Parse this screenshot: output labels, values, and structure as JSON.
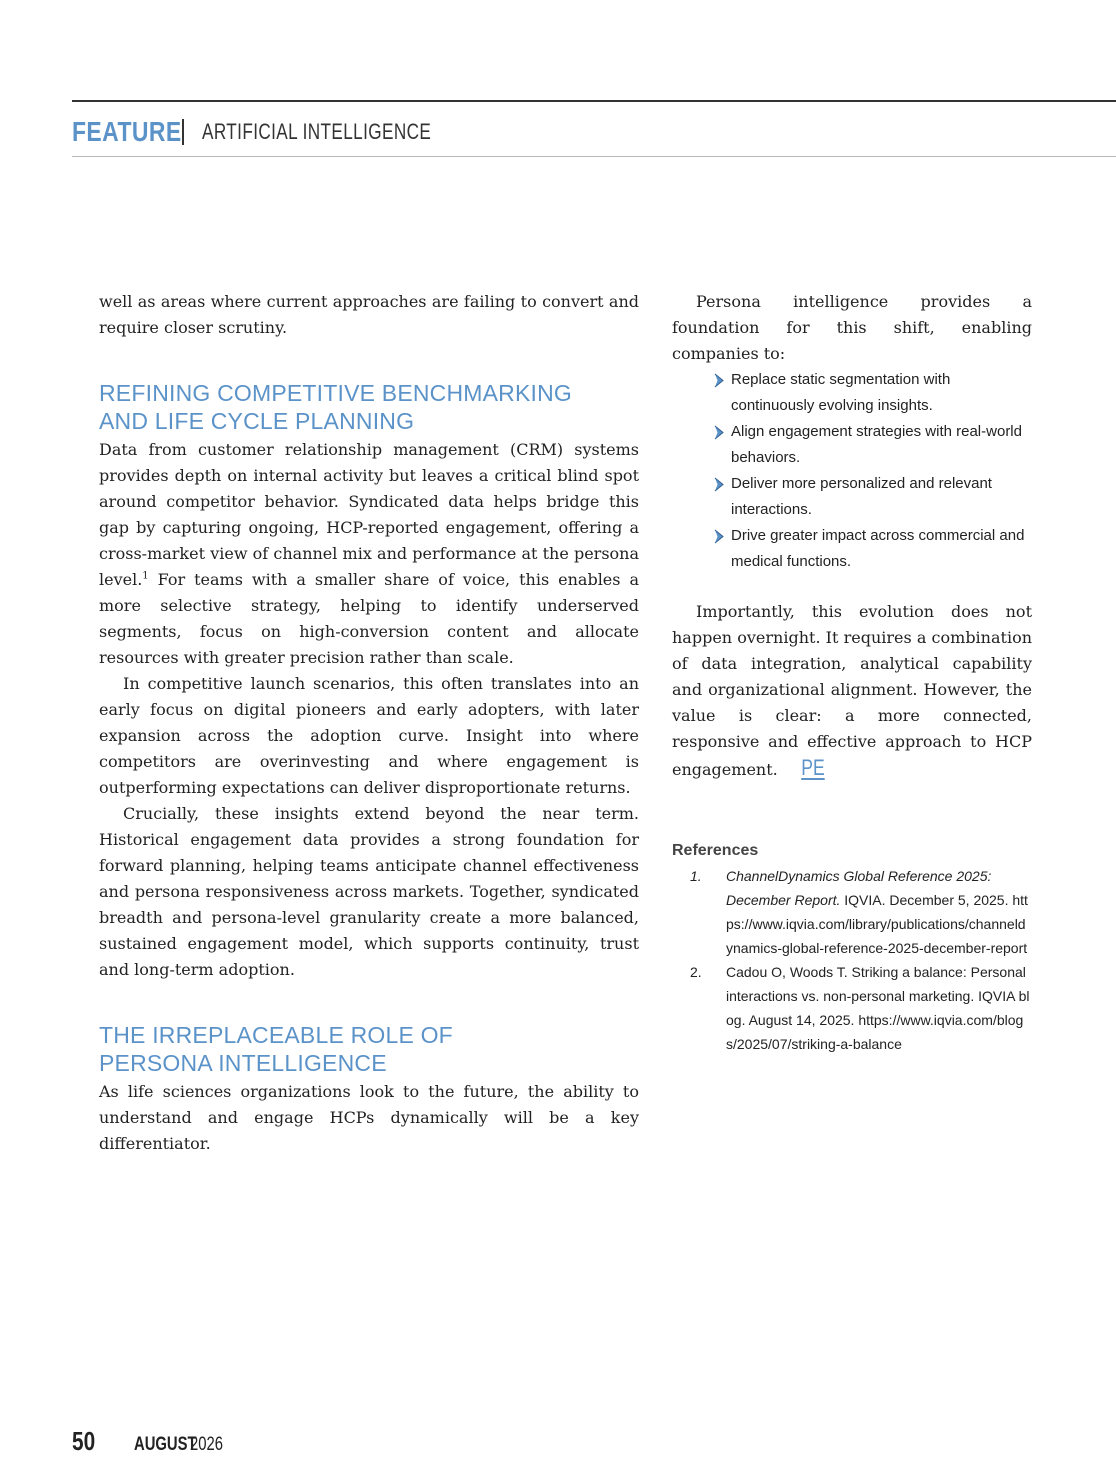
{
  "header": {
    "feature": "FEATURE",
    "section": "ARTIFICIAL INTELLIGENCE"
  },
  "left": {
    "p_intro": "well as areas where current approaches are failing to convert and require closer scrutiny.",
    "h1_line1": "REFINING COMPETITIVE BENCHMARKING",
    "h1_line2": "AND LIFE CYCLE PLANNING",
    "p1a": "Data from customer relationship management (CRM) systems provides depth on internal activity but leaves a critical blind spot around competitor behavior. Syndicated data helps bridge this gap by capturing ongoing, HCP-reported engagement, offering a cross-market view of channel mix and performance at the persona level.",
    "p1_sup": "1",
    "p1b": " For teams with a smaller share of voice, this enables a more selective strategy, helping to identify underserved segments, focus on high-conversion content and allocate resources with greater precision rather than scale.",
    "p2": "In competitive launch scenarios, this often translates into an early focus on digital pioneers and early adopters, with later expansion across the adoption curve. Insight into where competitors are overinvesting and where engagement is outperforming expectations can deliver disproportionate returns.",
    "p3": "Crucially, these insights extend beyond the near term. Historical engagement data provides a strong foundation for forward planning, helping teams anticipate channel effectiveness and persona responsiveness across markets. Together, syndicated breadth and persona-level granularity create a more balanced, sustained engagement model, which supports continuity, trust and long-term adoption.",
    "h2_line1": "THE IRREPLACEABLE ROLE OF",
    "h2_line2": "PERSONA INTELLIGENCE",
    "p4": "As life sciences organizations look to the future, the ability to understand and engage HCPs dynamically will be a key differentiator."
  },
  "right": {
    "p_intro": "Persona intelligence provides a foundation for this shift, enabling companies to:",
    "bullets": [
      "Replace static segmentation with continuously evolving insights.",
      "Align engagement strategies with real-world behaviors.",
      "Deliver more personalized and relevant interactions.",
      "Drive greater impact across commercial and medical functions."
    ],
    "p_close": "Importantly, this evolution does not happen overnight. It requires a combination of data integration, analytical capability and organizational alignment. However, the value is clear: a more connected, responsive and effective approach to HCP engagement.",
    "end_mark": "PE"
  },
  "references": {
    "title": "References",
    "items": [
      {
        "num": "1.",
        "title": "ChannelDynamics Global Reference 2025: December Report.",
        "rest": " IQVIA. December 5, 2025. https://www.iqvia.com/library/publications/channeldynamics-global-reference-2025-december-report"
      },
      {
        "num": "2.",
        "text": "Cadou O, Woods T. Striking a balance: Personal interactions vs. non-personal marketing. IQVIA blog. August 14, 2025. https://www.iqvia.com/blogs/2025/07/striking-a-balance"
      }
    ]
  },
  "footer": {
    "page": "50",
    "month": "AUGUST",
    "year": "2026"
  },
  "colors": {
    "accent": "#5b93c9",
    "text": "#222222",
    "rule": "#333333"
  }
}
